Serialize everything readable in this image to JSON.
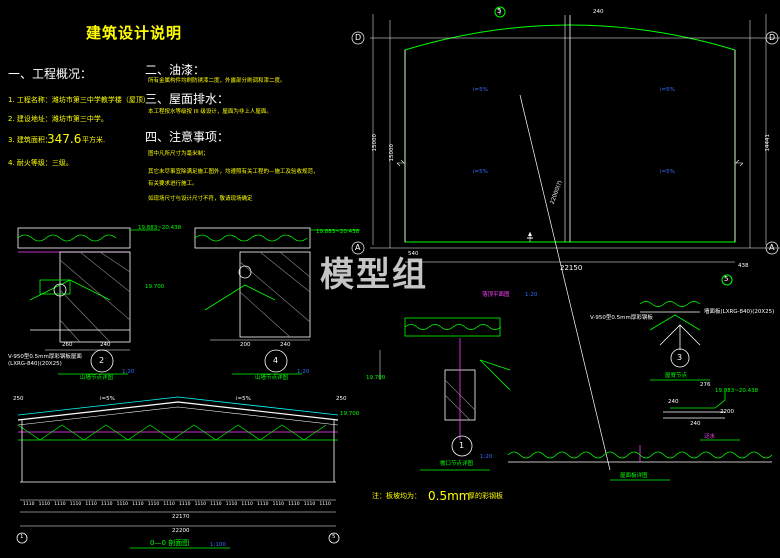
{
  "title": "建筑设计说明",
  "notes": {
    "s1_heading": "一、工程概况：",
    "s1_item1": "1. 工程名称：潍坊市第三中学教学楼（屋顶）",
    "s1_item2": "2. 建设地址：潍坊市第三中学。",
    "s1_item3_label": "3. 建筑面积：",
    "s1_item3_value": "347.6",
    "s1_item3_unit": "平方米.",
    "s1_item4": "4. 耐火等级：三级。",
    "s2_heading": "二、油漆：",
    "s2_text": "所有金属构件均刷防锈漆二度，外露部分刷调和漆二度。",
    "s3_heading": "三、屋面排水：",
    "s3_text": "本工程按水等级按 III 级设计，屋面为非上人屋面。",
    "s4_heading": "四、注意事项：",
    "s4_line1": "图中凡所尺寸为毫米制；",
    "s4_line2": "其它未尽事宜除满足施工图外，均遵照有关工程的—施工及验收规范，",
    "s4_line3": "有关要求进行施工。",
    "s4_line4": "如现场尺寸与设计尺寸不符，敬请现场确定"
  },
  "watermark": "模型组",
  "plan": {
    "grid_top_left": "D",
    "grid_top_right": "D",
    "grid_bottom_left": "A",
    "grid_bottom_right": "A",
    "axis_top": "5",
    "axis_bottom": "5",
    "width": "22150",
    "left_height": "15000",
    "right_height": "14441",
    "dim_left_inner": "15000",
    "dim_top": "240",
    "dim_bottom_left": "540",
    "dim_bottom_right": "438",
    "slope_labels": [
      "i=5%",
      "i=5%",
      "i=5%",
      "i=5%"
    ],
    "diag_label": "22000(?)"
  },
  "details": {
    "d2_elev1": "19.883~20.438",
    "d2_elev2": "19.700",
    "d2_dim1": "260",
    "d2_dim2": "240",
    "d2_number": "2",
    "d2_title": "山墙节点详图",
    "d2_scale": "1:20",
    "d4_elev1": "19.883~20.438",
    "d4_dim1": "200",
    "d4_dim2": "240",
    "d4_number": "4",
    "d4_title": "山墙节点详图",
    "d4_scale": "1:20",
    "d1_elev": "19.700",
    "d1_number": "1",
    "d1_title": "檐口节点详图",
    "d1_scale": "1:20",
    "d1_label": "落顶平面图",
    "d1_label_scale": "1:20",
    "d3_spec": "V-950型0.5mm厚彩钢板",
    "d3_spec2": "墙面板(LXRG-840)(20X25)",
    "d3_number": "3",
    "d3_title": "屋脊节点",
    "d5_elev": "19.883~20.438",
    "d5_dim1": "276",
    "d5_dim2": "240",
    "d5_dim3": "2200",
    "d5_dim4": "240",
    "d5_label": "泛水",
    "d6_title": "屋面板详图",
    "note": "注：板坡均为：",
    "note_value": "0.5mm",
    "note_tail": "厚的彩钢板"
  },
  "section": {
    "title": "0—0 剖面图",
    "scale": "1:100",
    "spec": "V-950型0.5mm厚彩钢板屋面",
    "spec2": "(LXRG-840)(20X25)",
    "slope_left": "i=5%",
    "slope_right": "i=5%",
    "left_elev": "250",
    "right_elev": "250",
    "elev_right": "19.700",
    "spans": [
      "1110",
      "1110",
      "1110",
      "1110",
      "1110",
      "1110",
      "1110",
      "1110",
      "1110",
      "1110",
      "1110",
      "1110",
      "1110",
      "1110",
      "1110",
      "1110",
      "1110",
      "1110",
      "1110",
      "1110"
    ],
    "total_inner": "22170",
    "total": "22200",
    "axis_left": "1",
    "axis_right": "5"
  }
}
